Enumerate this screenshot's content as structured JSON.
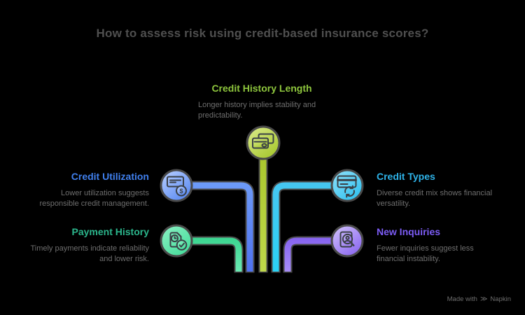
{
  "title": "How to assess risk using credit-based insurance scores?",
  "nodes": [
    {
      "id": "credit-history-length",
      "title": "Credit History Length",
      "description": "Longer history implies stability and predictability.",
      "color": "#8ec63d"
    },
    {
      "id": "credit-utilization",
      "title": "Credit Utilization",
      "description": "Lower utilization suggests responsible credit management.",
      "color": "#4080ee"
    },
    {
      "id": "payment-history",
      "title": "Payment History",
      "description": "Timely payments indicate reliability and lower risk.",
      "color": "#2bb68c"
    },
    {
      "id": "credit-types",
      "title": "Credit Types",
      "description": "Diverse credit mix shows financial versatility.",
      "color": "#2eb3e9"
    },
    {
      "id": "new-inquiries",
      "title": "New Inquiries",
      "description": "Fewer inquiries suggest less financial instability.",
      "color": "#7c5cf5"
    }
  ],
  "icons": {
    "coin_symbol": "$"
  },
  "colors": {
    "background": "#000000",
    "heading_text": "#4f4f4f",
    "body_text": "#6e6e6e",
    "outline": "#4a4a4a",
    "icon_ink": "#3a4046",
    "center_line_top": "#aac82e",
    "center_line_bottom": "#bfd84a",
    "center_circle_light": "#dcec8e",
    "center_circle_dark": "#a6c72c",
    "blue_line_top": "#6d9bf8",
    "blue_line_bottom": "#4e71ef",
    "blue_circle_light": "#bdd2ff",
    "blue_circle_dark": "#5687f2",
    "green_line_top": "#3bd590",
    "green_line_bottom": "#6cebb5",
    "green_circle_light": "#8df0c4",
    "green_circle_dark": "#44dc9a",
    "cyan_line_top": "#46c6f1",
    "cyan_line_bottom": "#2ad2f5",
    "cyan_circle_light": "#93e2fa",
    "cyan_circle_dark": "#2fc0ef",
    "purple_line_top": "#8663ef",
    "purple_line_bottom": "#a78ef7",
    "purple_circle_light": "#d3c5fb",
    "purple_circle_dark": "#8a66f0"
  },
  "footer": {
    "made_with": "Made with",
    "logo_glyph": "≫",
    "brand": "Napkin"
  }
}
